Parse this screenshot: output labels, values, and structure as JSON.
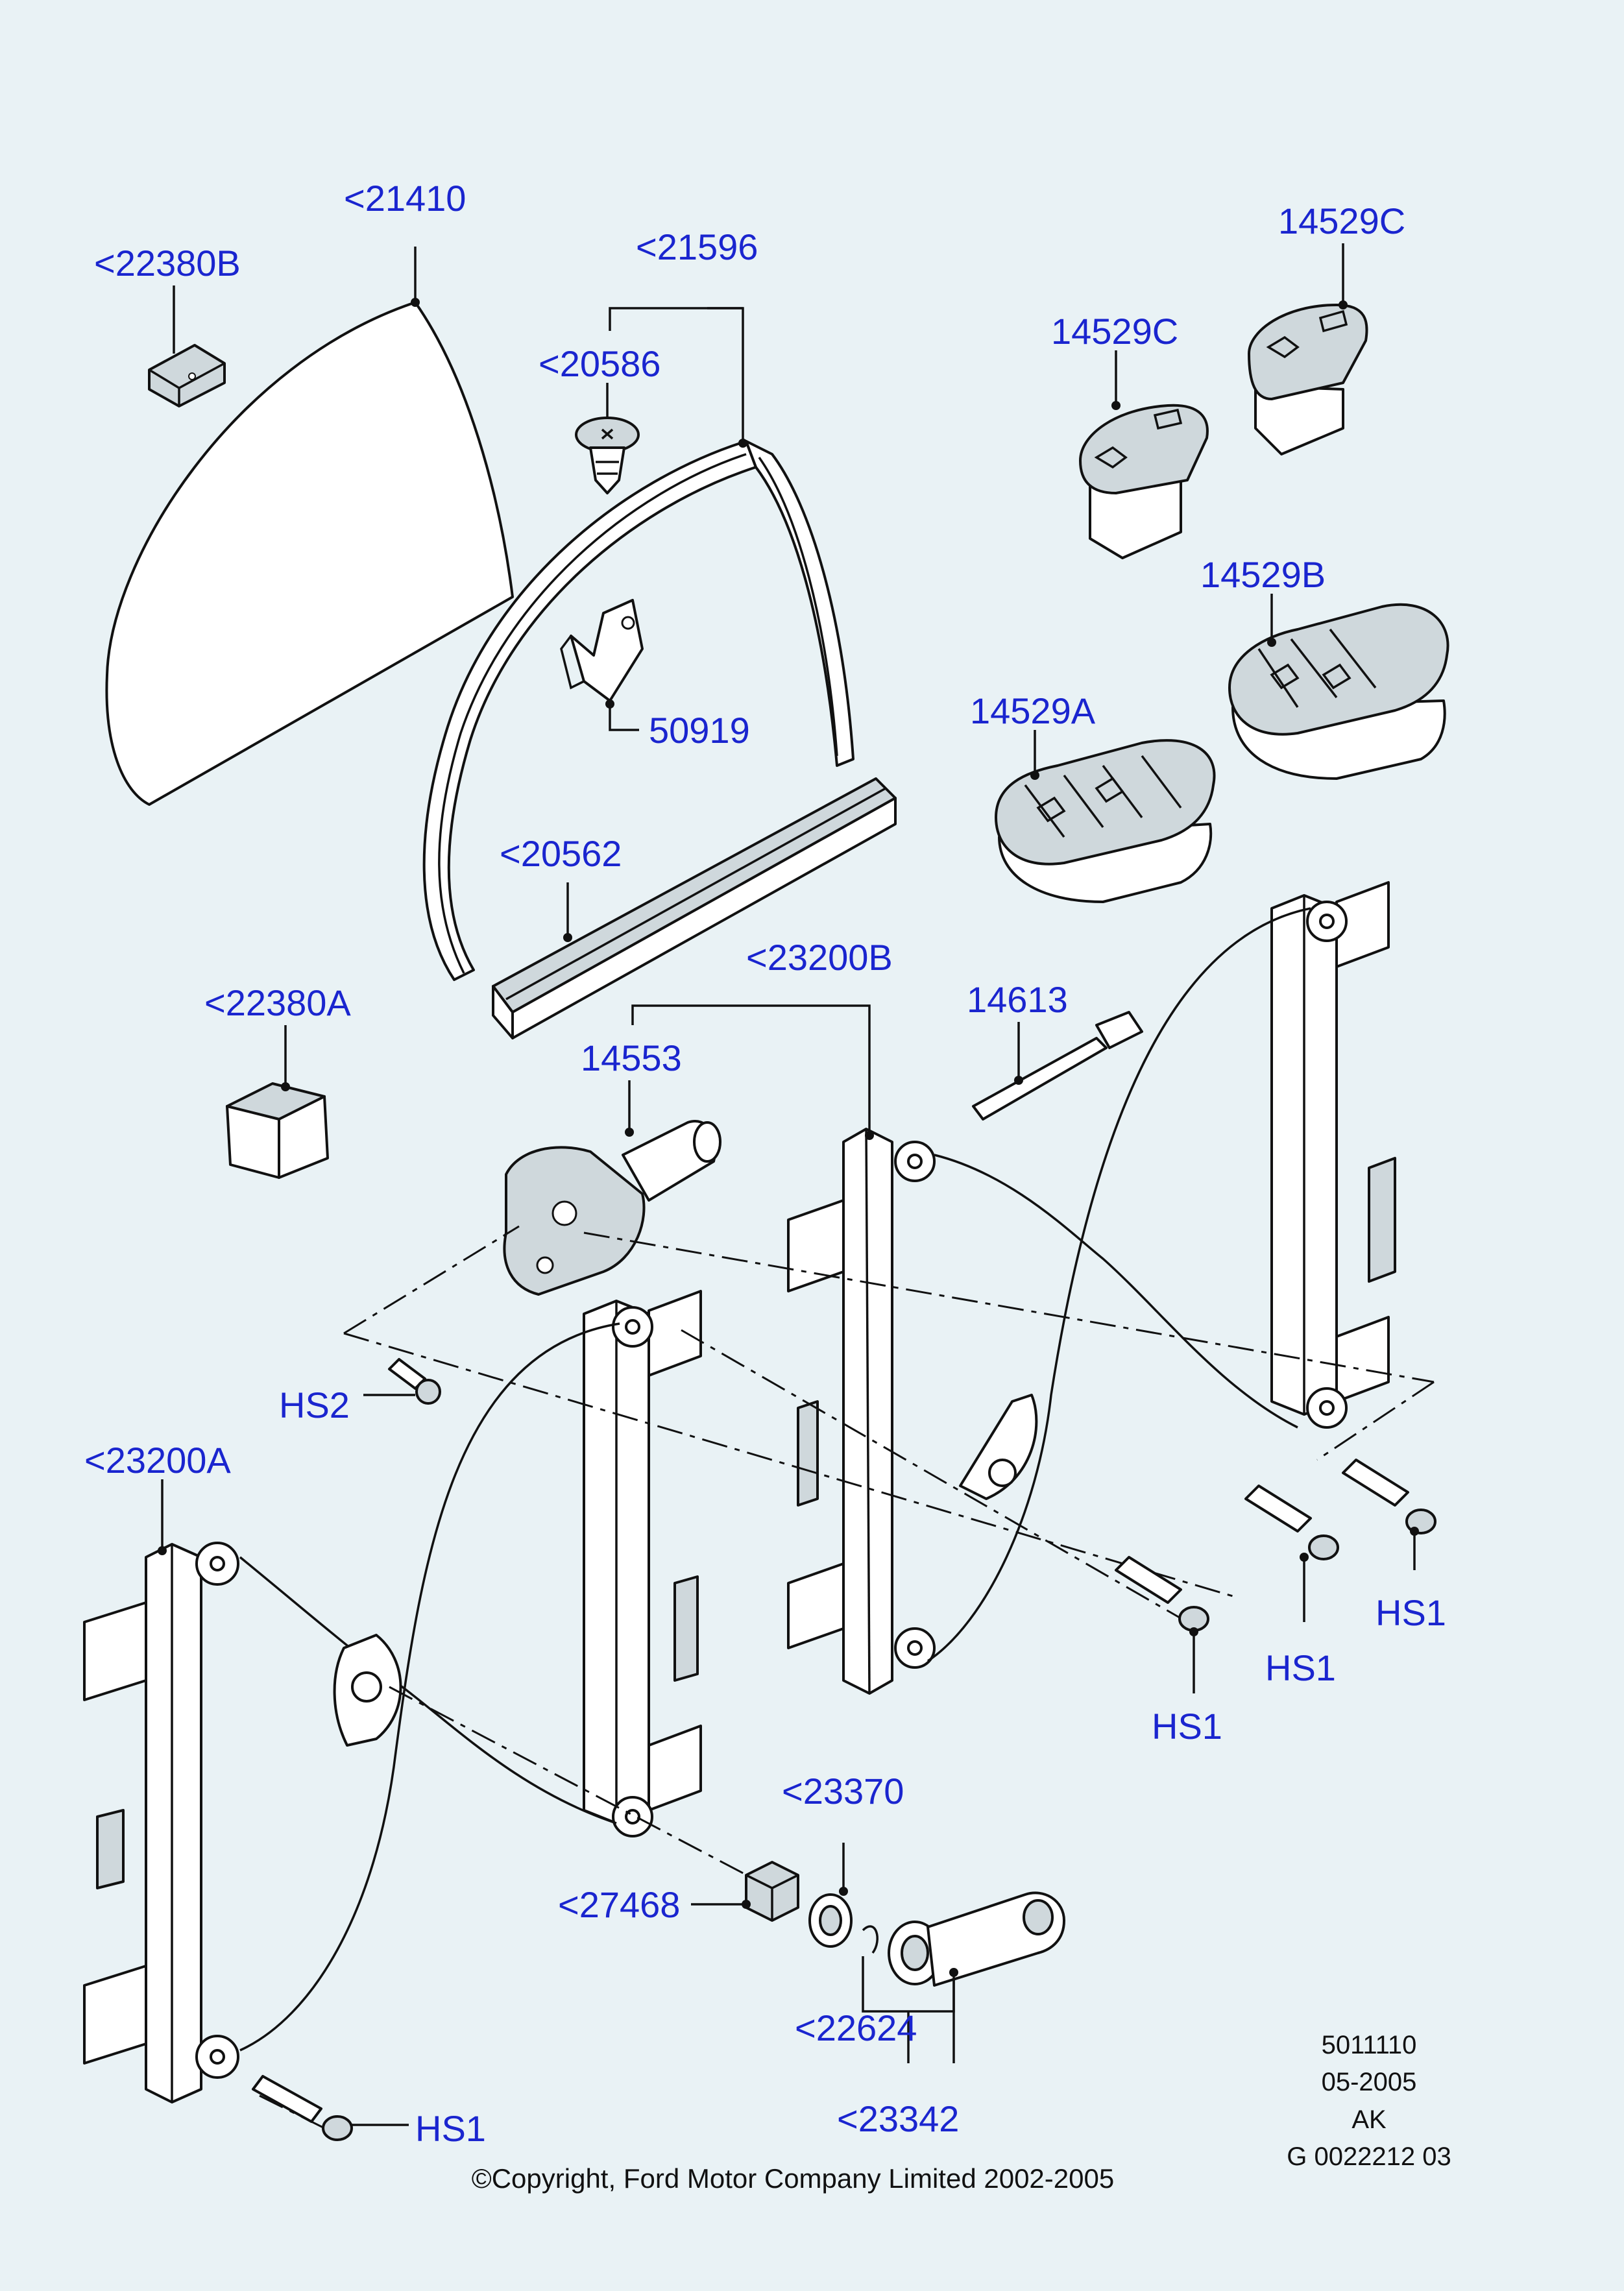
{
  "labels": {
    "p22380b": "<22380B",
    "p21410": "<21410",
    "p21596": "<21596",
    "p20586": "<20586",
    "p50919": "50919",
    "p20562": "<20562",
    "p14529c_top": "14529C",
    "p14529c": "14529C",
    "p14529b": "14529B",
    "p14529a": "14529A",
    "p22380a": "<22380A",
    "p23200b": "<23200B",
    "p14553": "14553",
    "p14613": "14613",
    "hs2": "HS2",
    "p23200a": "<23200A",
    "hs1_a": "HS1",
    "hs1_b": "HS1",
    "hs1_c": "HS1",
    "hs1_d": "HS1",
    "p23370": "<23370",
    "p27468": "<27468",
    "p22624": "<22624",
    "p23342": "<23342"
  },
  "meta": {
    "code": "5011110",
    "date": "05-2005",
    "revision": "AK",
    "drawing_no": "G 0022212 03"
  },
  "copyright": "©Copyright, Ford Motor Company Limited 2002-2005",
  "colors": {
    "background": "#e9f2f5",
    "label": "#1a25cf",
    "line": "#111111"
  }
}
